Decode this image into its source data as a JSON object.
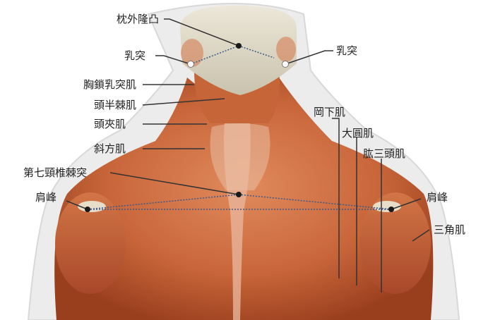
{
  "labels": {
    "occipital_protuberance": "枕外隆凸",
    "mastoid_left": "乳突",
    "mastoid_right": "乳突",
    "sternocleidomastoid": "胸鎖乳突肌",
    "semispinalis_capitis": "頭半棘肌",
    "splenius_capitis": "頭夾肌",
    "trapezius": "斜方肌",
    "c7_spinous_process": "第七頸椎棘突",
    "acromion_left": "肩峰",
    "acromion_right": "肩峰",
    "infraspinatus": "岡下肌",
    "teres_major": "大圓肌",
    "triceps": "肱三頭肌",
    "deltoid": "三角肌"
  },
  "colors": {
    "muscle": "#c8663a",
    "muscle_dark": "#9a3f1e",
    "skull": "#dcd6c4",
    "silhouette": "#e4e4e4",
    "leader": "#333333",
    "marker": "#1a1a1a"
  }
}
